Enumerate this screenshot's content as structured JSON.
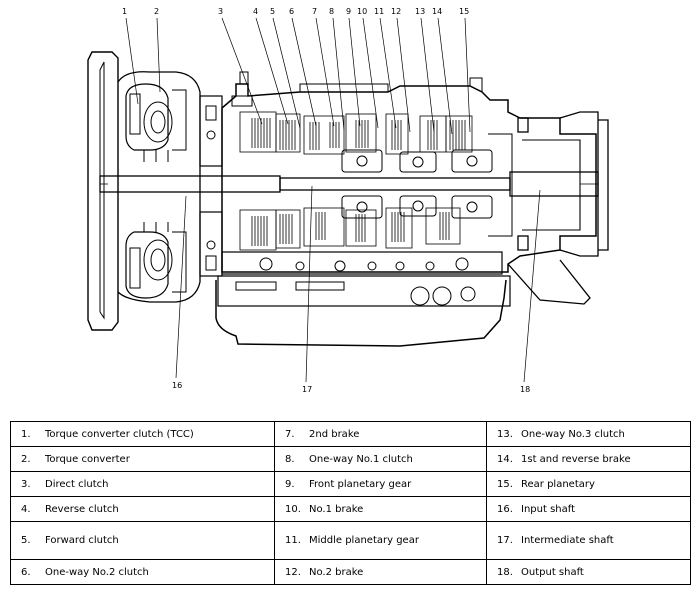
{
  "diagram": {
    "callouts": [
      "1",
      "2",
      "3",
      "4",
      "5",
      "6",
      "7",
      "8",
      "9",
      "10",
      "11",
      "12",
      "13",
      "14",
      "15",
      "16",
      "17",
      "18"
    ]
  },
  "legend": {
    "rows": [
      [
        {
          "num": "1.",
          "text": "Torque converter clutch (TCC)"
        },
        {
          "num": "7.",
          "text": "2nd brake"
        },
        {
          "num": "13.",
          "text": "One-way No.3 clutch"
        }
      ],
      [
        {
          "num": "2.",
          "text": "Torque converter"
        },
        {
          "num": "8.",
          "text": "One-way No.1 clutch"
        },
        {
          "num": "14.",
          "text": "1st and reverse brake"
        }
      ],
      [
        {
          "num": "3.",
          "text": "Direct clutch"
        },
        {
          "num": "9.",
          "text": "Front planetary gear"
        },
        {
          "num": "15.",
          "text": "Rear planetary"
        }
      ],
      [
        {
          "num": "4.",
          "text": "Reverse clutch"
        },
        {
          "num": "10.",
          "text": "No.1 brake"
        },
        {
          "num": "16.",
          "text": "Input shaft"
        }
      ],
      [
        {
          "num": "5.",
          "text": "Forward clutch"
        },
        {
          "num": "11.",
          "text": "Middle planetary gear"
        },
        {
          "num": "17.",
          "text": "Intermediate shaft"
        }
      ],
      [
        {
          "num": "6.",
          "text": "One-way No.2 clutch"
        },
        {
          "num": "12.",
          "text": "No.2 brake"
        },
        {
          "num": "18.",
          "text": "Output shaft"
        }
      ]
    ]
  }
}
